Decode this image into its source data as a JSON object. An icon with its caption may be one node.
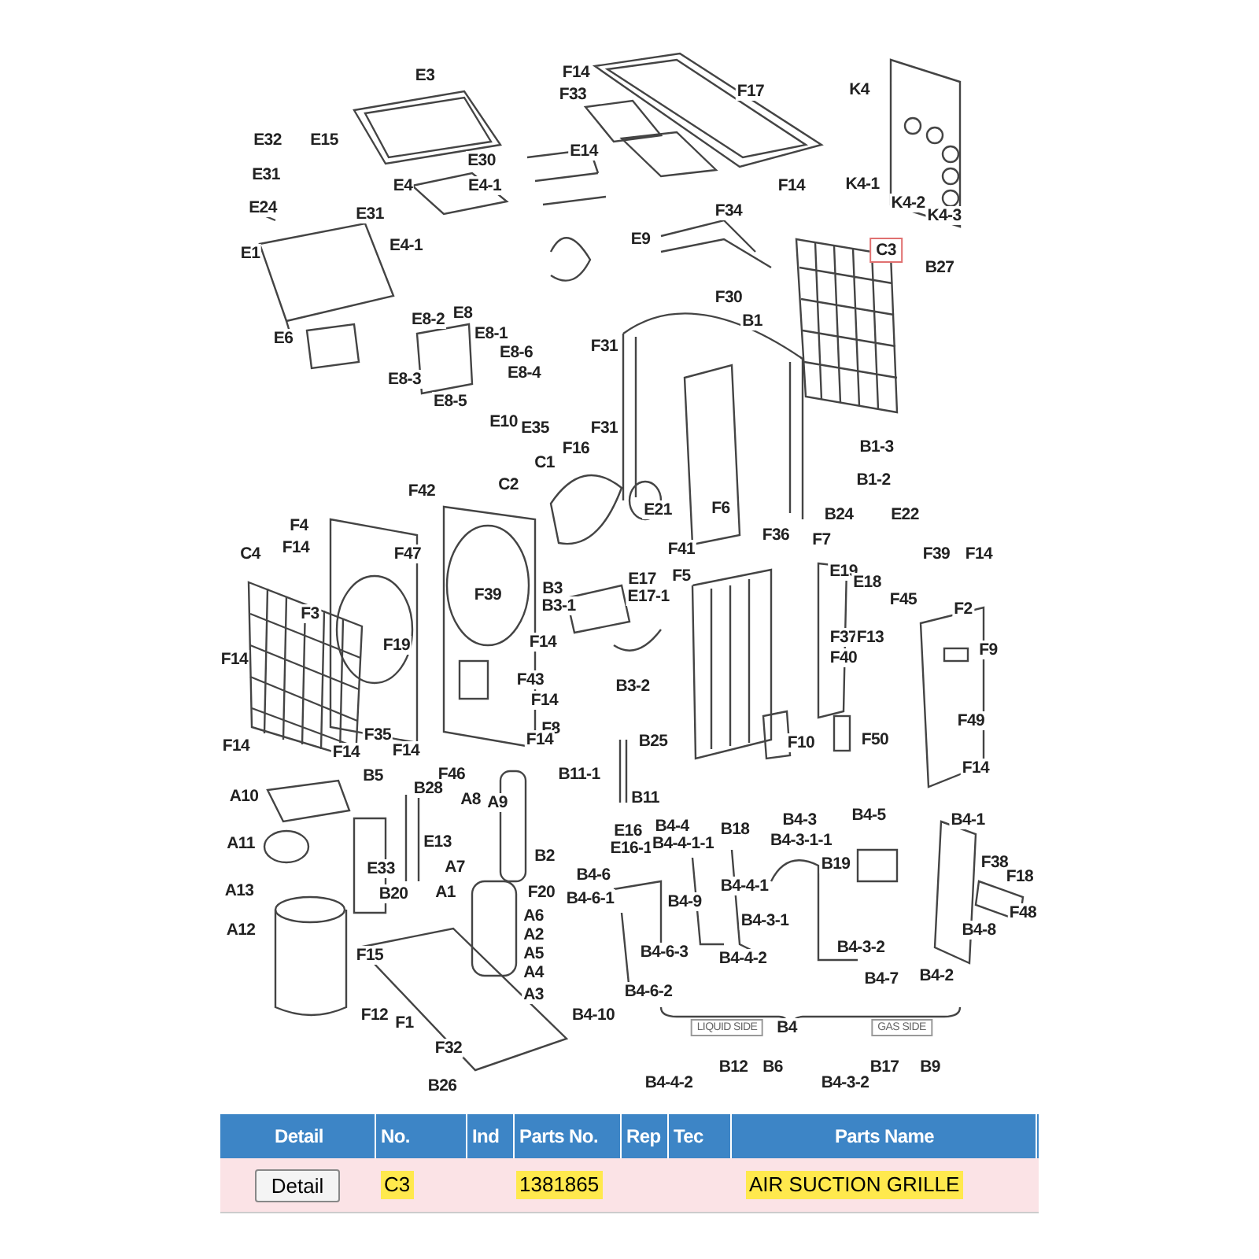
{
  "diagram": {
    "nodes": [
      {
        "text": [
          "C3"
        ]
      }
    ],
    "labels": [
      "E3",
      "F14",
      "F33",
      "F17",
      "K4",
      "E32",
      "E15",
      "E14",
      "E30",
      "E31",
      "E4",
      "E4-1",
      "F14",
      "K4-1",
      "E24",
      "E31",
      "F34",
      "K4-2",
      "K4-3",
      "E4-1",
      "E1",
      "E9",
      "B27",
      "F30",
      "B1",
      "E8",
      "E8-2",
      "E6",
      "E8-1",
      "F31",
      "E8-6",
      "E8-4",
      "E8-3",
      "E8-5",
      "E10",
      "E35",
      "F31",
      "F16",
      "B1-3",
      "C1",
      "B1-2",
      "F42",
      "C2",
      "F4",
      "E21",
      "F6",
      "B24",
      "E22",
      "C4",
      "F14",
      "F47",
      "F41",
      "F36",
      "F7",
      "F39",
      "F39",
      "F14",
      "E17",
      "B3",
      "E17-1",
      "F5",
      "E19",
      "E18",
      "B3-1",
      "F3",
      "F45",
      "F2",
      "F37",
      "F13",
      "F19",
      "F14",
      "F14",
      "F43",
      "F40",
      "F9",
      "B3-2",
      "F14",
      "F49",
      "F8",
      "B25",
      "F10",
      "F50",
      "F14",
      "F35",
      "F14",
      "F14",
      "F14",
      "F14",
      "B5",
      "F46",
      "B11-1",
      "A10",
      "B28",
      "A8",
      "A9",
      "B11",
      "E16",
      "B4-4",
      "B18",
      "B4-3",
      "B4-5",
      "B4-1",
      "A11",
      "E13",
      "E16-1",
      "B4-4-1-1",
      "B4-3-1-1",
      "E33",
      "A7",
      "B2",
      "B4-6",
      "B19",
      "F38",
      "F18",
      "A13",
      "B20",
      "A1",
      "F20",
      "B4-6-1",
      "B4-9",
      "B4-4-1",
      "A6",
      "B4-3-1",
      "F48",
      "A12",
      "A2",
      "B4-8",
      "F15",
      "A5",
      "B4-6-3",
      "B4-4-2",
      "B4-3-2",
      "A4",
      "B4-7",
      "B4-2",
      "A3",
      "B4-6-2",
      "F12",
      "F1",
      "B4-10",
      "LIQUID SIDE",
      "B4",
      "GAS SIDE",
      "F32",
      "B12",
      "B6",
      "B17",
      "B9",
      "B26",
      "B4-4-2",
      "B4-3-2",
      "Detail",
      "No.",
      "Ind",
      "Parts No.",
      "Rep",
      "Tec",
      "Parts Name",
      "Detail",
      "C3",
      "1381865",
      "AIR SUCTION GRILLE"
    ]
  }
}
